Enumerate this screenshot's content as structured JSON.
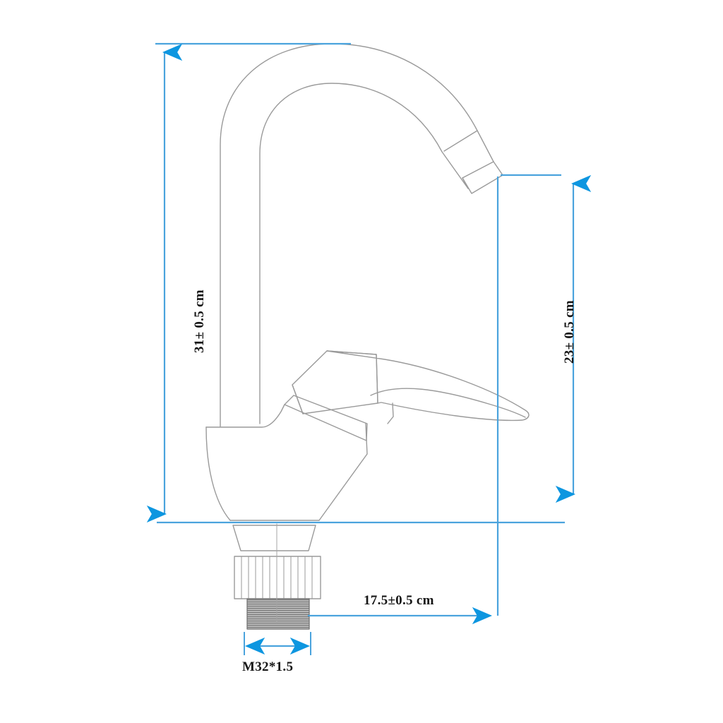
{
  "drawing": {
    "title": "Kitchen Faucet Technical Dimension Drawing",
    "subject": "single-lever gooseneck basin mixer tap",
    "background_color": "#ffffff",
    "outline_color": "#9a9a9a",
    "dimension_color": "#3a9fdc",
    "arrow_color": "#0d96e0",
    "text_color": "#161616",
    "hatch_color": "#808080",
    "units": "cm"
  },
  "dimensions": {
    "total_height": {
      "label": "31± 0.5  cm",
      "orientation": "vertical",
      "side": "left",
      "measures": "overall faucet height from deck to top of spout"
    },
    "spout_height": {
      "label": "23± 0.5  cm",
      "orientation": "vertical",
      "side": "right",
      "measures": "spout outlet height above deck"
    },
    "spout_reach": {
      "label": "17.5±0.5  cm",
      "orientation": "horizontal",
      "side": "bottom",
      "measures": "horizontal spout reach from center"
    },
    "thread_size": {
      "label": "M32*1.5",
      "orientation": "horizontal",
      "side": "bottom",
      "measures": "mounting shank thread diameter and pitch"
    }
  },
  "parts": [
    {
      "name": "gooseneck-spout",
      "description": "curved tubular spout arc"
    },
    {
      "name": "aerator-tip",
      "description": "angled outlet nozzle at spout end"
    },
    {
      "name": "spout-riser",
      "description": "vertical spout column"
    },
    {
      "name": "faucet-body",
      "description": "tapered flared body housing"
    },
    {
      "name": "cartridge-housing",
      "description": "angled valve cap"
    },
    {
      "name": "lever-handle",
      "description": "long tapered single lever"
    },
    {
      "name": "knurled-collar",
      "description": "ribbed mounting collar"
    },
    {
      "name": "threaded-shank",
      "description": "hatched M32*1.5 threaded shank"
    }
  ]
}
